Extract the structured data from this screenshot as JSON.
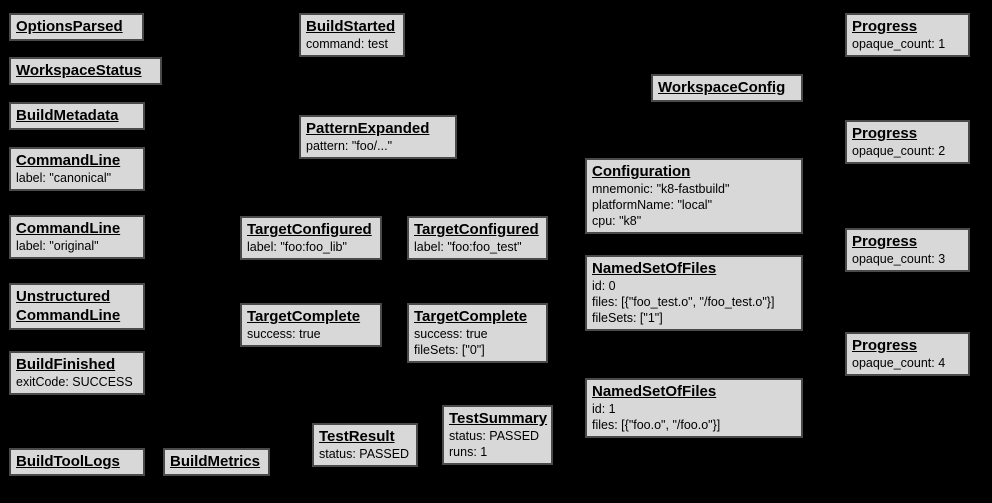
{
  "diagram": {
    "description": "Bazel Build Event Protocol event graph",
    "background_color": "#000000",
    "box_fill_color": "#d8d8d8",
    "box_border_color": "#4a4a4a",
    "text_color": "#000000"
  },
  "boxes": [
    {
      "name": "options-parsed",
      "title": "OptionsParsed",
      "lines": []
    },
    {
      "name": "workspace-status",
      "title": "WorkspaceStatus",
      "lines": []
    },
    {
      "name": "build-metadata",
      "title": "BuildMetadata",
      "lines": []
    },
    {
      "name": "command-line-canonical",
      "title": "CommandLine",
      "lines": [
        "label: \"canonical\""
      ]
    },
    {
      "name": "command-line-original",
      "title": "CommandLine",
      "lines": [
        "label: \"original\""
      ]
    },
    {
      "name": "unstructured-command-line",
      "title": "Unstructured CommandLine",
      "lines": []
    },
    {
      "name": "build-finished",
      "title": "BuildFinished",
      "lines": [
        "exitCode: SUCCESS"
      ]
    },
    {
      "name": "build-tool-logs",
      "title": "BuildToolLogs",
      "lines": []
    },
    {
      "name": "build-metrics",
      "title": "BuildMetrics",
      "lines": []
    },
    {
      "name": "build-started",
      "title": "BuildStarted",
      "lines": [
        "command: test"
      ]
    },
    {
      "name": "pattern-expanded",
      "title": "PatternExpanded",
      "lines": [
        "pattern: \"foo/...\""
      ]
    },
    {
      "name": "target-configured-foo-lib",
      "title": "TargetConfigured",
      "lines": [
        "label: \"foo:foo_lib\""
      ]
    },
    {
      "name": "target-configured-foo-test",
      "title": "TargetConfigured",
      "lines": [
        "label: \"foo:foo_test\""
      ]
    },
    {
      "name": "target-complete-foo-lib",
      "title": "TargetComplete",
      "lines": [
        "success: true"
      ]
    },
    {
      "name": "target-complete-foo-test",
      "title": "TargetComplete",
      "lines": [
        "success: true",
        "fileSets: [\"0\"]"
      ]
    },
    {
      "name": "test-result",
      "title": "TestResult",
      "lines": [
        "status: PASSED"
      ]
    },
    {
      "name": "test-summary",
      "title": "TestSummary",
      "lines": [
        "status: PASSED",
        "runs: 1"
      ]
    },
    {
      "name": "workspace-config",
      "title": "WorkspaceConfig",
      "lines": []
    },
    {
      "name": "configuration",
      "title": "Configuration",
      "lines": [
        "mnemonic: \"k8-fastbuild\"",
        "platformName: \"local\"",
        "cpu: \"k8\""
      ]
    },
    {
      "name": "named-set-of-files-0",
      "title": "NamedSetOfFiles",
      "lines": [
        "id: 0",
        "files: [{\"foo_test.o\", \"/foo_test.o\"}]",
        "fileSets: [\"1\"]"
      ]
    },
    {
      "name": "named-set-of-files-1",
      "title": "NamedSetOfFiles",
      "lines": [
        "id: 1",
        "files: [{\"foo.o\", \"/foo.o\"}]"
      ]
    },
    {
      "name": "progress-1",
      "title": "Progress",
      "lines": [
        "opaque_count: 1"
      ]
    },
    {
      "name": "progress-2",
      "title": "Progress",
      "lines": [
        "opaque_count: 2"
      ]
    },
    {
      "name": "progress-3",
      "title": "Progress",
      "lines": [
        "opaque_count: 3"
      ]
    },
    {
      "name": "progress-4",
      "title": "Progress",
      "lines": [
        "opaque_count: 4"
      ]
    }
  ]
}
